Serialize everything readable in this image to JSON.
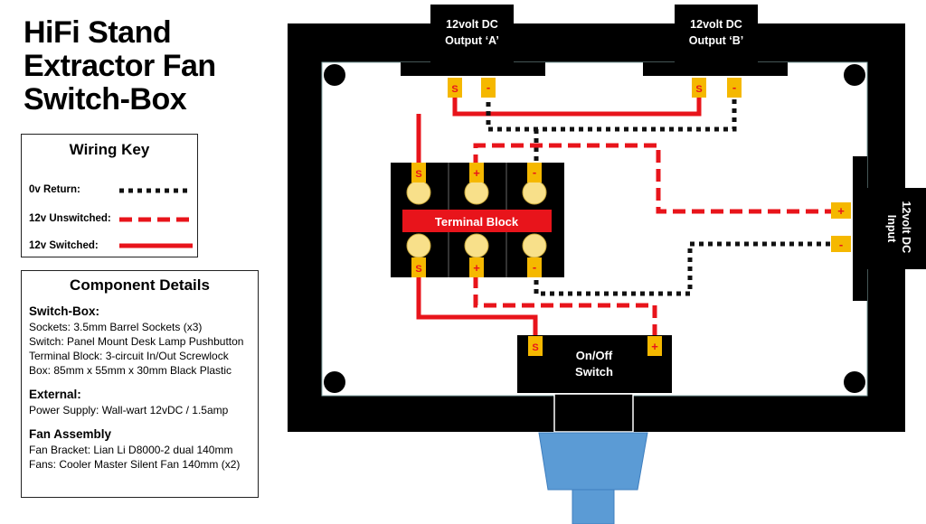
{
  "title_lines": [
    "HiFi Stand",
    "Extractor Fan",
    "Switch-Box"
  ],
  "wiring_key": {
    "heading": "Wiring Key",
    "rows": [
      {
        "label": "0v Return:",
        "style": "dotted-black"
      },
      {
        "label": "12v Unswitched:",
        "style": "dashed-red"
      },
      {
        "label": "12v Switched:",
        "style": "solid-red"
      }
    ]
  },
  "component_details": {
    "heading": "Component Details",
    "sections": [
      {
        "heading": "Switch-Box:",
        "lines": [
          "Sockets: 3.5mm Barrel Sockets (x3)",
          "Switch:  Panel Mount Desk Lamp Pushbutton",
          "Terminal Block: 3-circuit In/Out Screwlock",
          "Box: 85mm x 55mm x 30mm Black Plastic"
        ]
      },
      {
        "heading": "External:",
        "lines": [
          "Power Supply: Wall-wart 12vDC / 1.5amp"
        ]
      },
      {
        "heading": "Fan Assembly",
        "lines": [
          "Fan Bracket: Lian Li D8000-2 dual 140mm",
          "Fans: Cooler Master Silent Fan 140mm (x2)"
        ]
      }
    ]
  },
  "diagram": {
    "output_a": [
      "12volt DC",
      "Output ‘A’"
    ],
    "output_b": [
      "12volt DC",
      "Output ‘B’"
    ],
    "input": [
      "12volt DC",
      "Input"
    ],
    "terminal_block_label": "Terminal Block",
    "switch_label": [
      "On/Off",
      "Switch"
    ],
    "pin_s": "S",
    "pin_plus": "+",
    "pin_minus": "-"
  },
  "colors": {
    "wire_red": "#e8141b",
    "wire_black": "#111111",
    "pin_yellow": "#f5b800",
    "cable_blue": "#5b9bd5",
    "terminal_cream": "#f8e08a"
  }
}
